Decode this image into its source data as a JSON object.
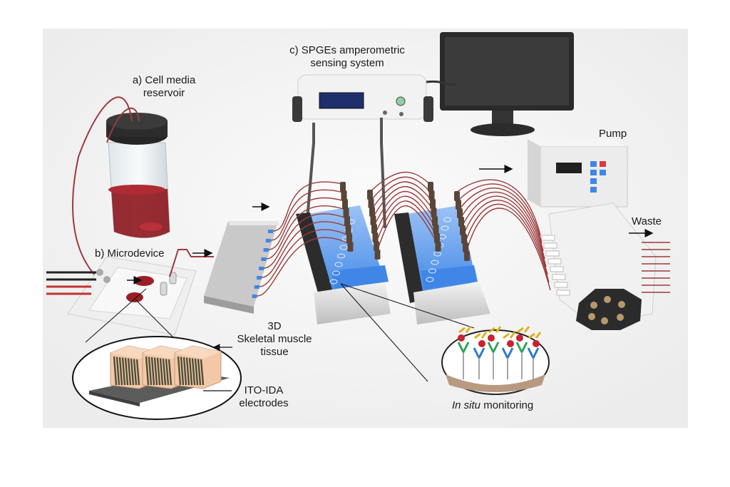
{
  "labels": {
    "reservoir_line1": "a) Cell media",
    "reservoir_line2": "reservoir",
    "microdevice": "b) Microdevice",
    "sensing_line1": "c) SPGEs amperometric",
    "sensing_line2": "sensing system",
    "pump": "Pump",
    "waste": "Waste",
    "tissue_line1": "3D",
    "tissue_line2": "Skeletal muscle",
    "tissue_line3": "tissue",
    "electrodes_line1": "ITO-IDA",
    "electrodes_line2": "electrodes",
    "monitoring_italic": "In situ",
    "monitoring_rest": " monitoring"
  },
  "colors": {
    "tubing": "#9c3b3b",
    "media": "#8e1a22",
    "chip_blue": "#3f86e6",
    "screen": "#2b2b2b",
    "device_body": "#eeeeee",
    "sample_tissue": "#f4c8a6"
  }
}
